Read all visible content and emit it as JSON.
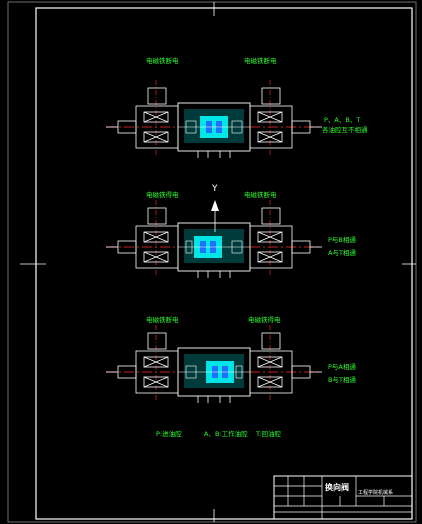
{
  "colors": {
    "background": "#000000",
    "border": "#ffffff",
    "label": "#2bff2b",
    "magnet": "#ffffff",
    "centerline": "#ff3030",
    "spool": "#00e5e5",
    "core": "#1f6fff"
  },
  "views": [
    {
      "left_label": "电磁铁断电",
      "right_label": "电磁铁断电",
      "side_lines": [
        "P、A、B、T",
        "各油腔互不相通"
      ]
    },
    {
      "left_label": "电磁铁得电",
      "right_label": "电磁铁断电",
      "side_lines": [
        "P与B相通",
        "A与T相通"
      ]
    },
    {
      "left_label": "电磁铁断电",
      "right_label": "电磁铁得电",
      "side_lines": [
        "P与A相通",
        "B与T相通"
      ]
    }
  ],
  "axis_label": "Y",
  "legend": [
    "P:进油腔",
    "A、B:工作油腔",
    "T:回油腔"
  ],
  "title_block": {
    "drawing_name": "换向阀",
    "school": "工程学院机械系"
  }
}
